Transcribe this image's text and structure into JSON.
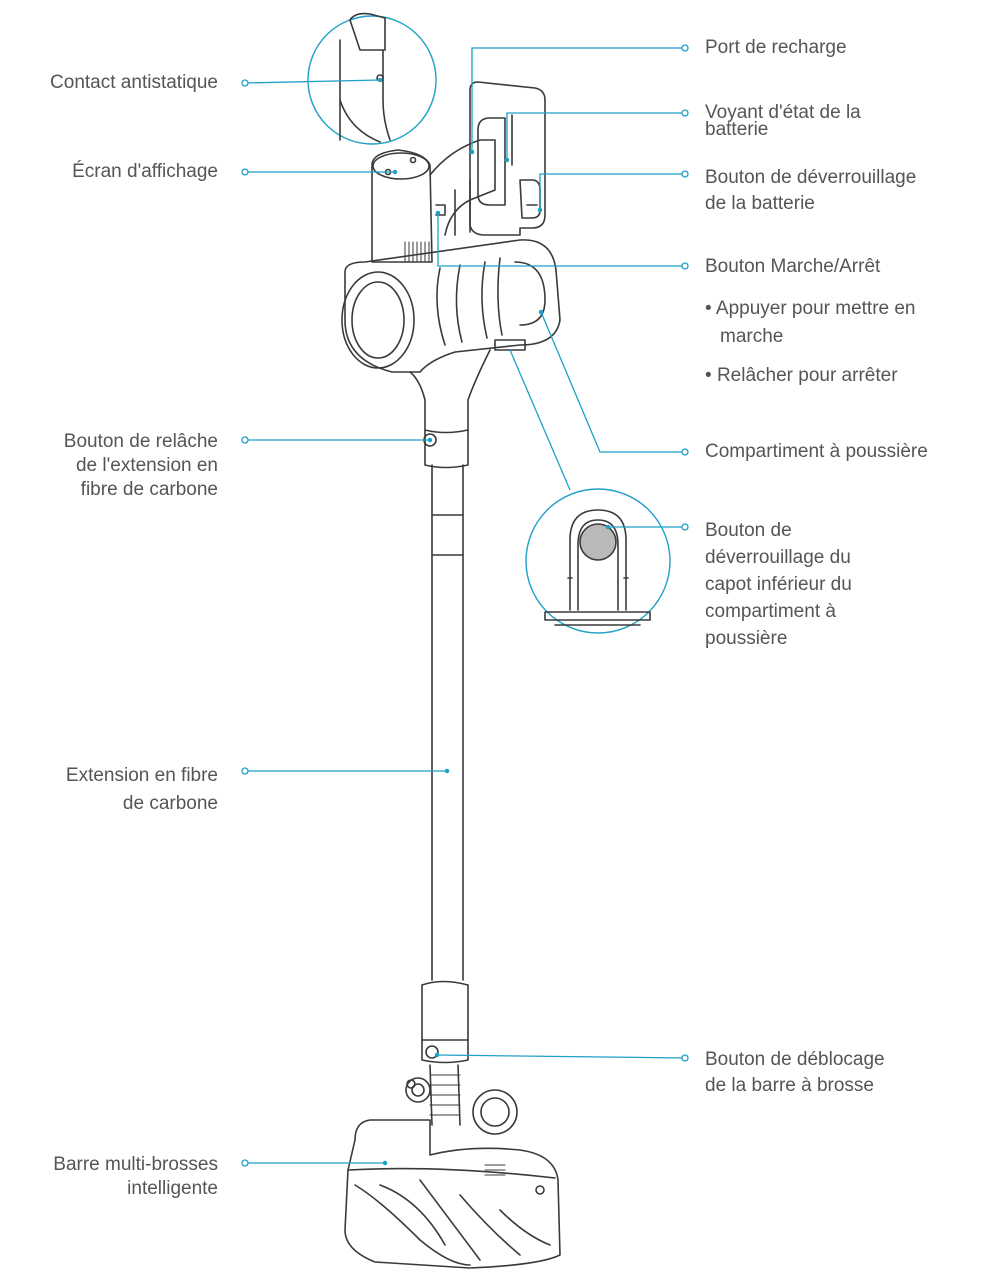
{
  "accent": "#1fa0c8",
  "labels": {
    "contact_antistatique": "Contact antistatique",
    "ecran_affichage": "Écran d'affichage",
    "bouton_relache_1": "Bouton de relâche",
    "bouton_relache_2": "de l'extension en",
    "bouton_relache_3": "fibre de carbone",
    "extension_1": "Extension en fibre",
    "extension_2": "de carbone",
    "barre_multi_1": "Barre multi-brosses",
    "barre_multi_2": "intelligente",
    "port_recharge": "Port de recharge",
    "voyant_1": "Voyant d'état de la",
    "voyant_2": "batterie",
    "deverrouillage_batterie_1": "Bouton de déverrouillage",
    "deverrouillage_batterie_2": "de la batterie",
    "marche_arret": "Bouton Marche/Arrêt",
    "appuyer_1": "Appuyer pour mettre en",
    "appuyer_2": "marche",
    "relacher": "Relâcher pour arrêter",
    "compartiment": "Compartiment à poussière",
    "capot_1": "Bouton de",
    "capot_2": "déverrouillage du",
    "capot_3": "capot inférieur du",
    "capot_4": "compartiment à",
    "capot_5": "poussière",
    "deblocage_1": "Bouton de déblocage",
    "deblocage_2": "de la barre à brosse"
  }
}
